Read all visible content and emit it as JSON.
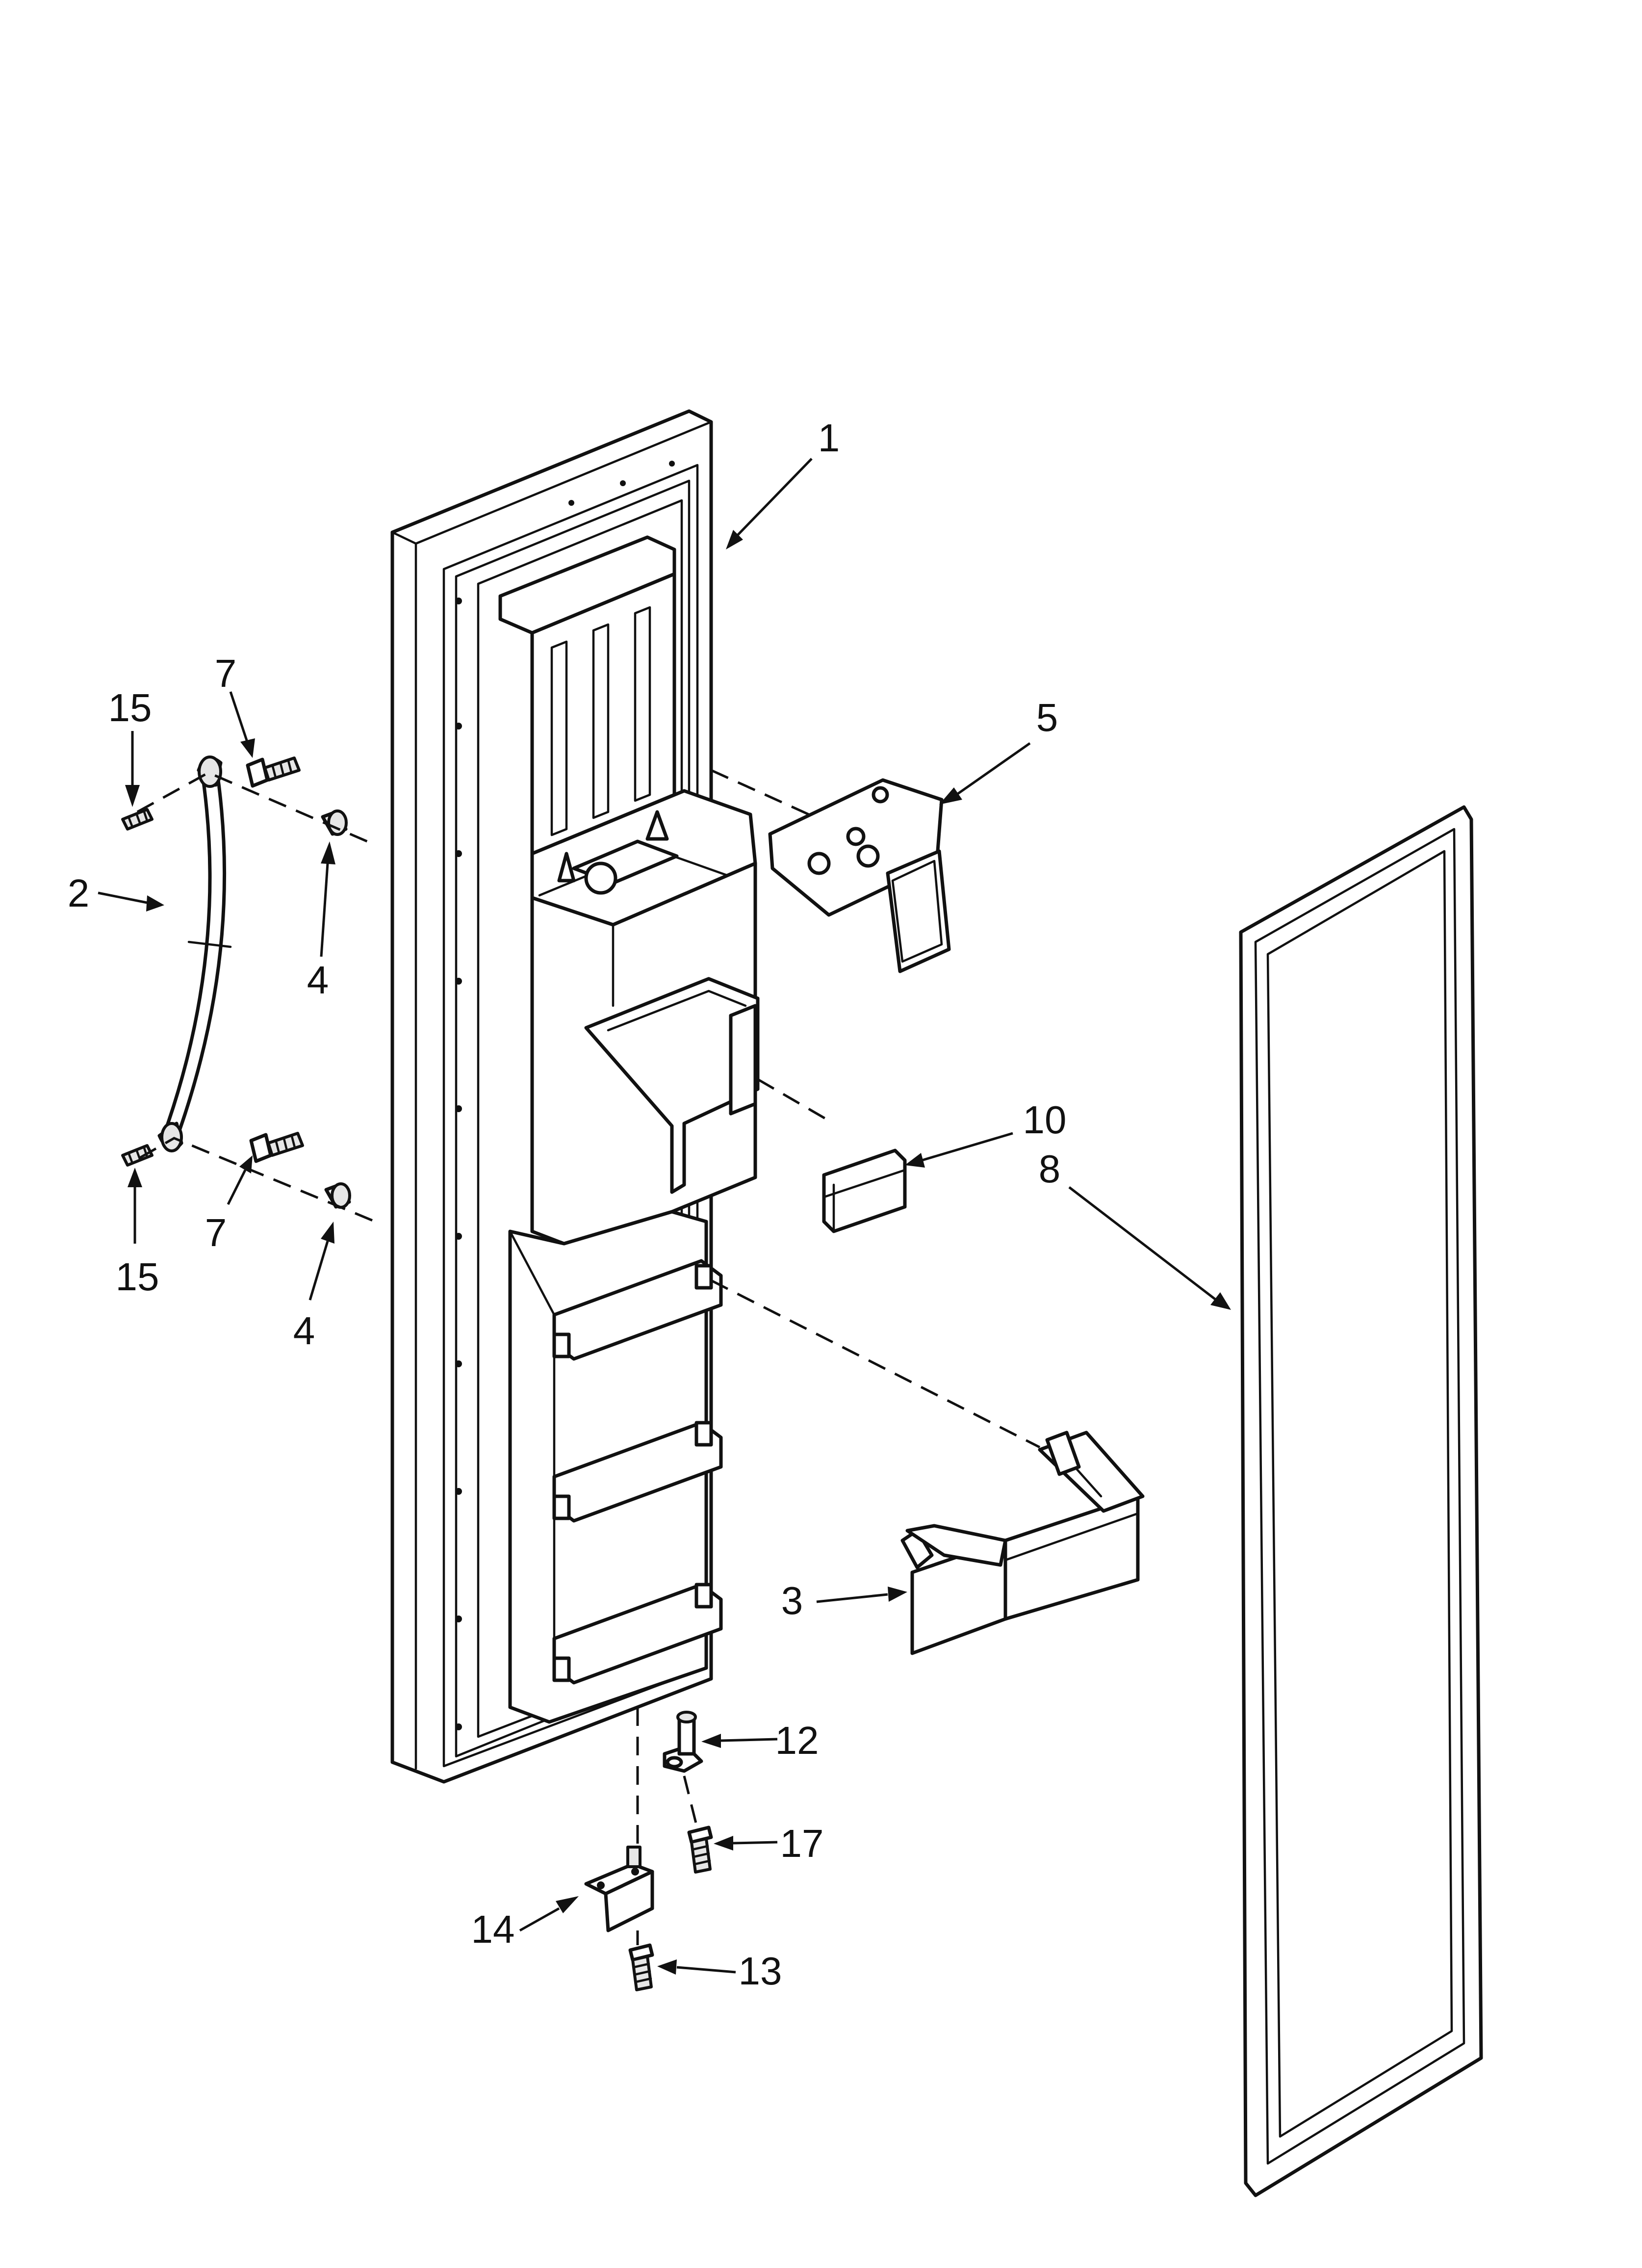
{
  "callouts": [
    {
      "id": "c1",
      "label": "1"
    },
    {
      "id": "c2",
      "label": "2"
    },
    {
      "id": "c3",
      "label": "3"
    },
    {
      "id": "c4a",
      "label": "4"
    },
    {
      "id": "c4b",
      "label": "4"
    },
    {
      "id": "c5",
      "label": "5"
    },
    {
      "id": "c7a",
      "label": "7"
    },
    {
      "id": "c7b",
      "label": "7"
    },
    {
      "id": "c8",
      "label": "8"
    },
    {
      "id": "c10",
      "label": "10"
    },
    {
      "id": "c12",
      "label": "12"
    },
    {
      "id": "c13",
      "label": "13"
    },
    {
      "id": "c14",
      "label": "14"
    },
    {
      "id": "c15a",
      "label": "15"
    },
    {
      "id": "c15b",
      "label": "15"
    },
    {
      "id": "c17",
      "label": "17"
    }
  ]
}
